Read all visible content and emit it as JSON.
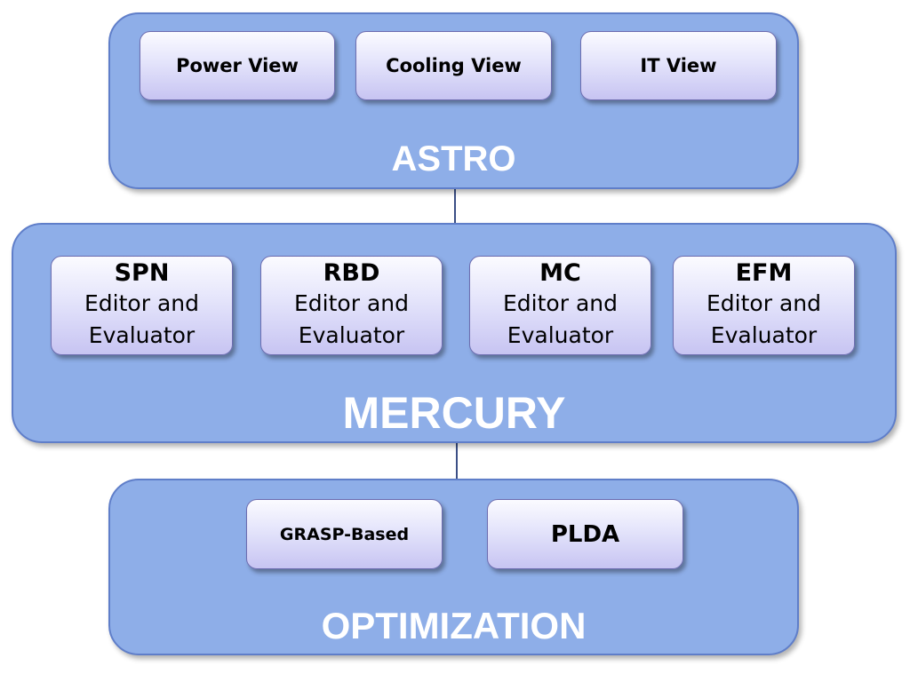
{
  "layers": {
    "astro": {
      "title": "ASTRO",
      "modules": [
        {
          "label": "Power View"
        },
        {
          "label": "Cooling View"
        },
        {
          "label": "IT View"
        }
      ]
    },
    "mercury": {
      "title": "MERCURY",
      "modules": [
        {
          "label": "SPN",
          "line1": "Editor and",
          "line2": "Evaluator"
        },
        {
          "label": "RBD",
          "line1": "Editor and",
          "line2": "Evaluator"
        },
        {
          "label": "MC",
          "line1": "Editor and",
          "line2": "Evaluator"
        },
        {
          "label": "EFM",
          "line1": "Editor and",
          "line2": "Evaluator"
        }
      ]
    },
    "optimization": {
      "title": "OPTIMIZATION",
      "modules": [
        {
          "label": "GRASP-Based"
        },
        {
          "label": "PLDA"
        }
      ]
    }
  },
  "colors": {
    "layer_fill": "#8eaee8",
    "layer_border": "#5f7ec9",
    "module_top": "#fbfbff",
    "module_bottom": "#c7c4f2",
    "title_text": "#ffffff"
  }
}
